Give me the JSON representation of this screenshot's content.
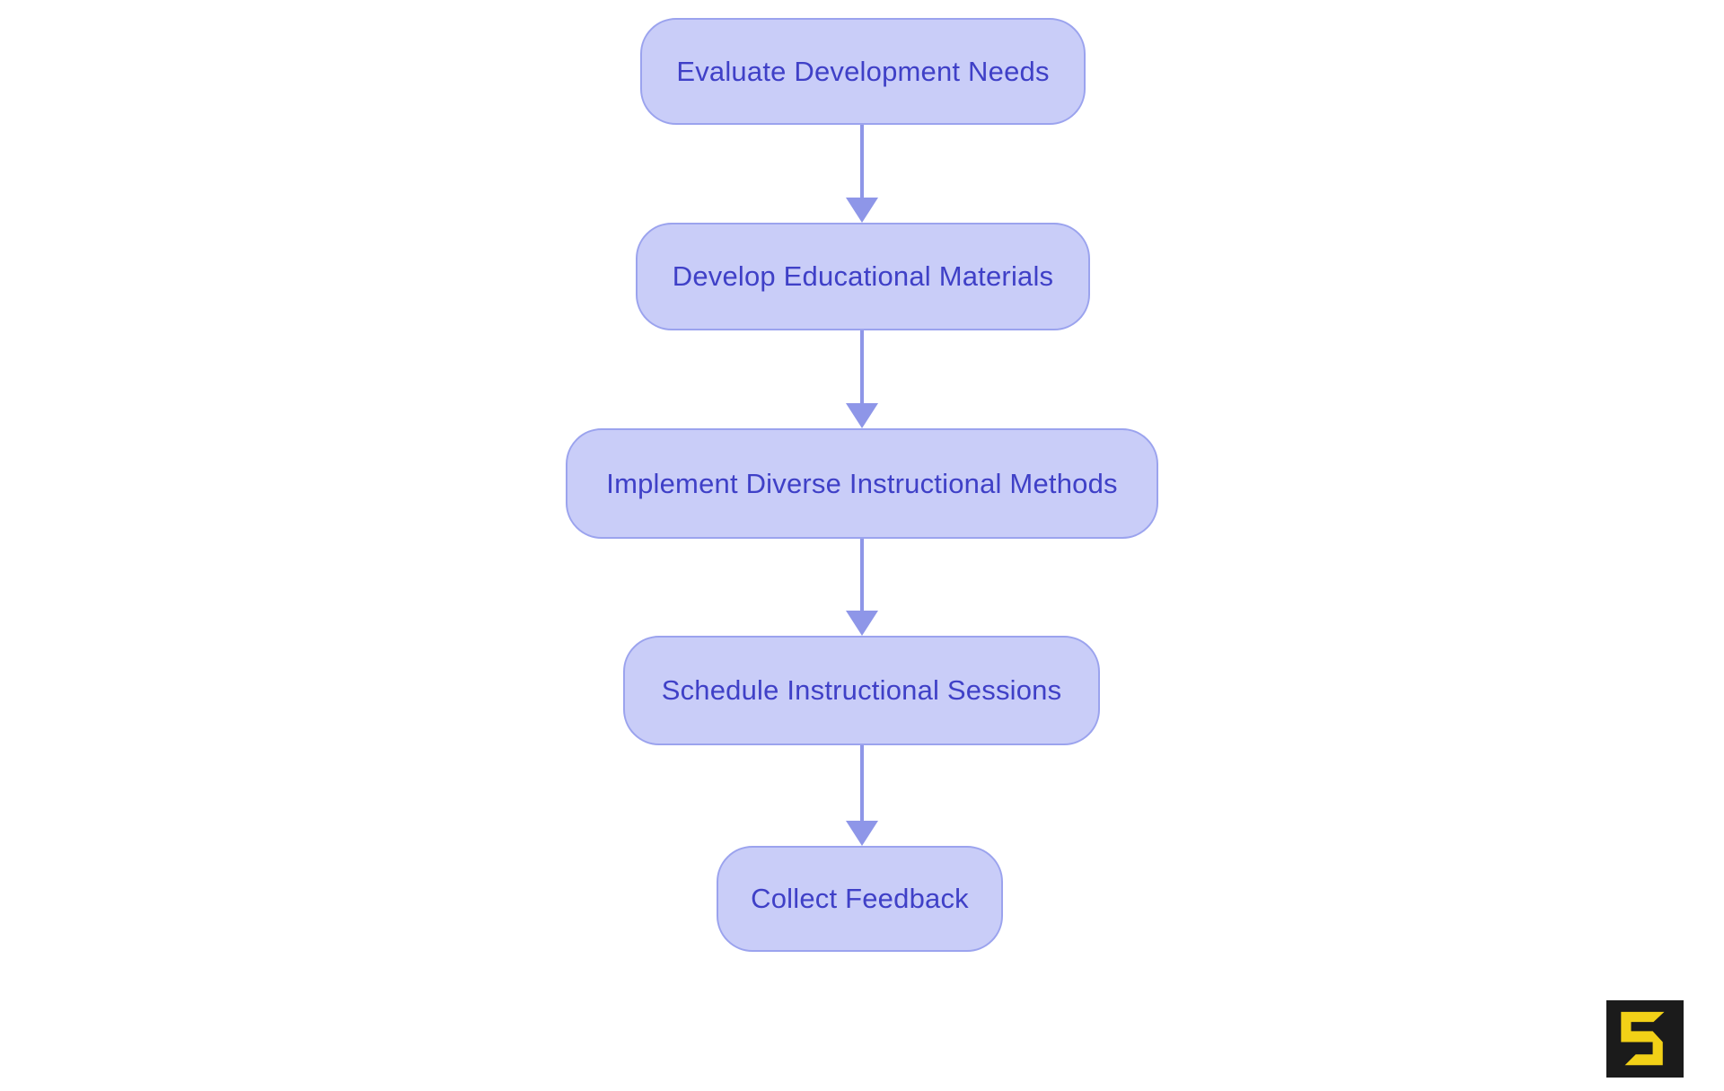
{
  "diagram": {
    "type": "flowchart",
    "direction": "top-down",
    "nodes": [
      {
        "id": 1,
        "label": "Evaluate Development Needs"
      },
      {
        "id": 2,
        "label": "Develop Educational Materials"
      },
      {
        "id": 3,
        "label": "Implement Diverse Instructional Methods"
      },
      {
        "id": 4,
        "label": "Schedule Instructional Sessions"
      },
      {
        "id": 5,
        "label": "Collect Feedback"
      }
    ],
    "edges": [
      {
        "from": 1,
        "to": 2
      },
      {
        "from": 2,
        "to": 3
      },
      {
        "from": 3,
        "to": 4
      },
      {
        "from": 4,
        "to": 5
      }
    ],
    "colors": {
      "background": "#ffffff",
      "node_fill": "#c9cdf8",
      "node_border": "#9ba3ee",
      "node_text": "#3f40c7",
      "arrow": "#8e96e8"
    }
  },
  "logo": {
    "name": "s-logo",
    "square_color": "#1b1b1b",
    "glyph_color": "#f2d117"
  }
}
